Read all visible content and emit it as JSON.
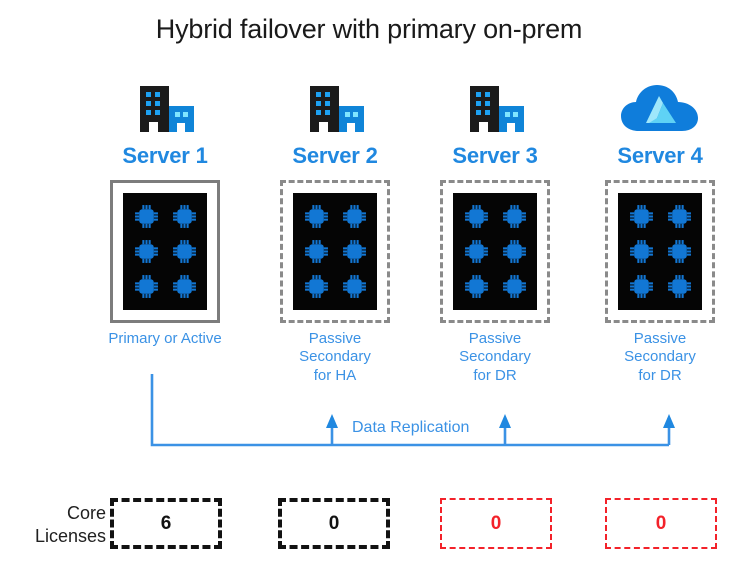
{
  "title": "Hybrid failover with primary on-prem",
  "colors": {
    "accent_blue": "#2088e0",
    "caption_blue": "#3b92e5",
    "azure_blue": "#0f7ddb",
    "chip_blue": "#1277d4",
    "panel_black": "#050505",
    "solid_border_gray": "#7c7c7c",
    "dashed_border_gray": "#8a8a8a",
    "license_black": "#121212",
    "license_red": "#f3222a"
  },
  "servers": [
    {
      "name": "Server 1",
      "icon": "on-prem-building-icon",
      "border_style": "solid",
      "core_count": 6,
      "role": "Primary or Active"
    },
    {
      "name": "Server 2",
      "icon": "on-prem-building-icon",
      "border_style": "dashed",
      "core_count": 6,
      "role": "Passive\nSecondary\nfor HA"
    },
    {
      "name": "Server 3",
      "icon": "on-prem-building-icon",
      "border_style": "dashed",
      "core_count": 6,
      "role": "Passive\nSecondary\nfor DR"
    },
    {
      "name": "Server 4",
      "icon": "azure-cloud-icon",
      "border_style": "dashed",
      "core_count": 6,
      "role": "Passive\nSecondary\nfor DR"
    }
  ],
  "replication": {
    "label": "Data Replication",
    "source": "Server 1",
    "targets": [
      "Server 2",
      "Server 3",
      "Server 4"
    ]
  },
  "core_licenses": {
    "label": "Core\nLicenses",
    "boxes": [
      {
        "server": "Server 1",
        "value": "6",
        "style": "black"
      },
      {
        "server": "Server 2",
        "value": "0",
        "style": "black"
      },
      {
        "server": "Server 3",
        "value": "0",
        "style": "red"
      },
      {
        "server": "Server 4",
        "value": "0",
        "style": "red"
      }
    ]
  }
}
